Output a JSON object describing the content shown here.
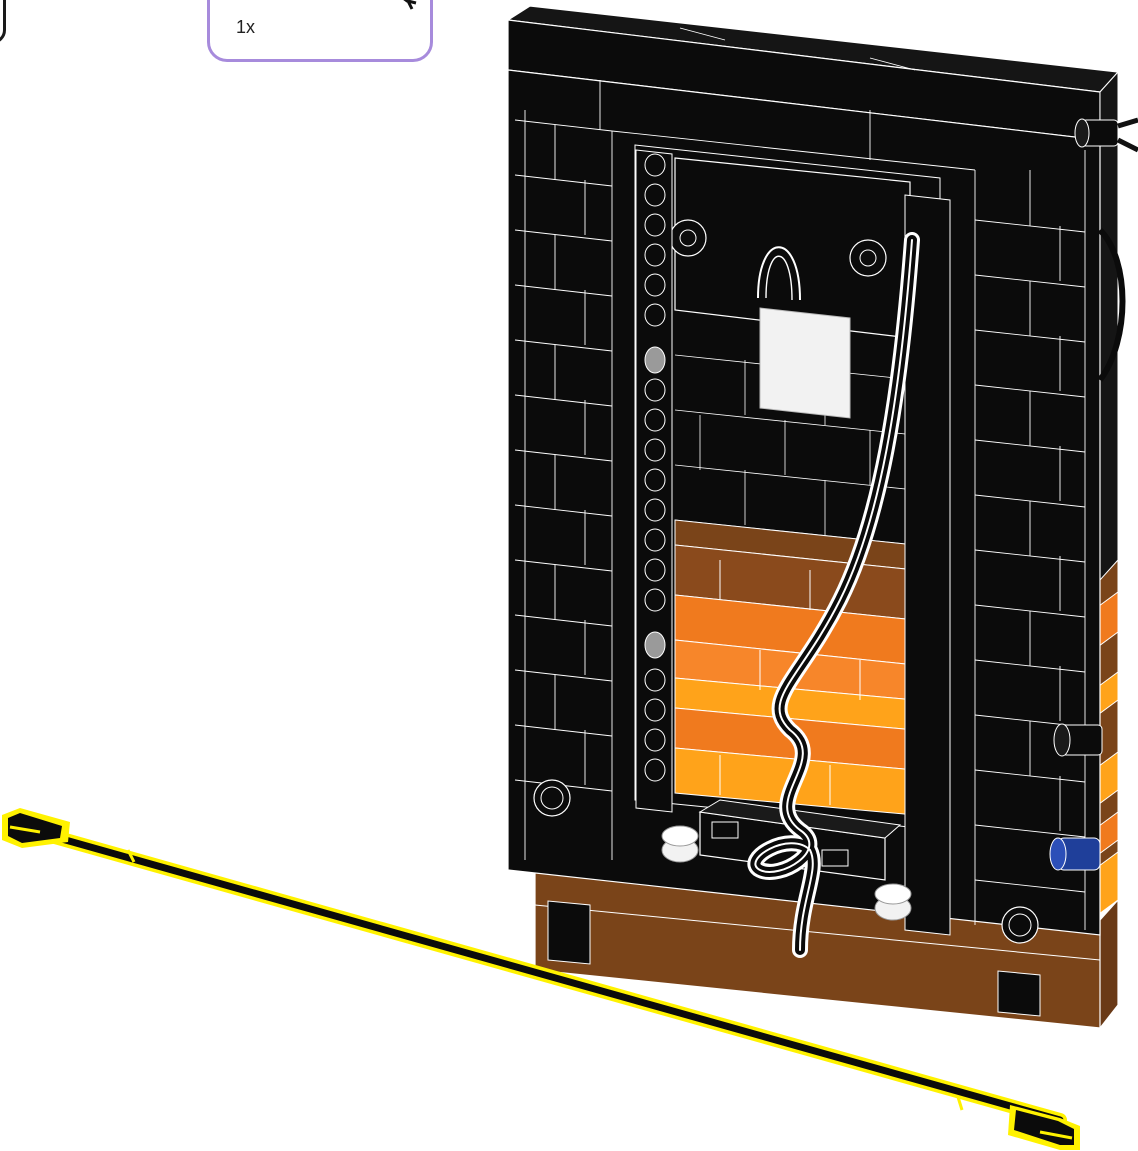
{
  "callout": {
    "quantity": "1x",
    "part_icon": "connector-cable-icon"
  },
  "colors": {
    "callout_border": "#a78bdc",
    "brick_black": "#0b0b0b",
    "brick_brown": "#7a4419",
    "brick_dark_orange": "#8a4a1c",
    "brick_orange": "#f07a1e",
    "brick_light_orange": "#ffa31a",
    "cable_highlight": "#fff200",
    "axle_pin_blue": "#1f3f9a",
    "tile_white": "#f2f2f2",
    "gray_hole": "#9a9a9a"
  },
  "parts": [
    "brick-wall-frame",
    "technic-beam-left",
    "motor-cable",
    "technic-pin-right-top",
    "technic-pin-right-bottom",
    "blue-axle-pin",
    "new-cable-highlighted"
  ]
}
